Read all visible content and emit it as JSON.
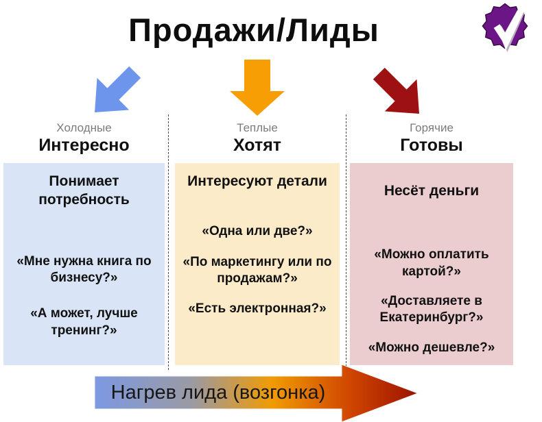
{
  "title": "Продажи/Лиды",
  "logo": {
    "icon": "checkmark-seal",
    "seal_color": "#6b1587",
    "check_color": "#ffffff"
  },
  "columns": [
    {
      "stage": "Холодные",
      "state": "Интересно",
      "arrow_direction": "down-left",
      "arrow_color": "#6d95ec",
      "box_color": "#d9e5f6",
      "heading": "Понимает потребность",
      "quotes": [
        "«Мне нужна книга по бизнесу?»",
        "«А может, лучше тренинг?»"
      ]
    },
    {
      "stage": "Теплые",
      "state": "Хотят",
      "arrow_direction": "down",
      "arrow_color": "#f79e05",
      "box_color": "#fcebc9",
      "heading": "Интересуют детали",
      "quotes": [
        "«Одна или две?»",
        "«По маркетингу или по продажам?»",
        "«Есть электронная?»"
      ]
    },
    {
      "stage": "Горячие",
      "state": "Готовы",
      "arrow_direction": "down-right",
      "arrow_color": "#9d1113",
      "box_color": "#ebcccf",
      "heading": "Несёт деньги",
      "quotes": [
        "«Можно оплатить картой?»",
        "«Доставляете в Екатеринбург?»",
        "«Можно дешевле?»"
      ]
    }
  ],
  "bottom_arrow": {
    "label": "Нагрев лида (возгонка)",
    "gradient": [
      "#7d99e2",
      "#9b9aa4",
      "#f09b03",
      "#ce4301",
      "#9b1300"
    ]
  }
}
